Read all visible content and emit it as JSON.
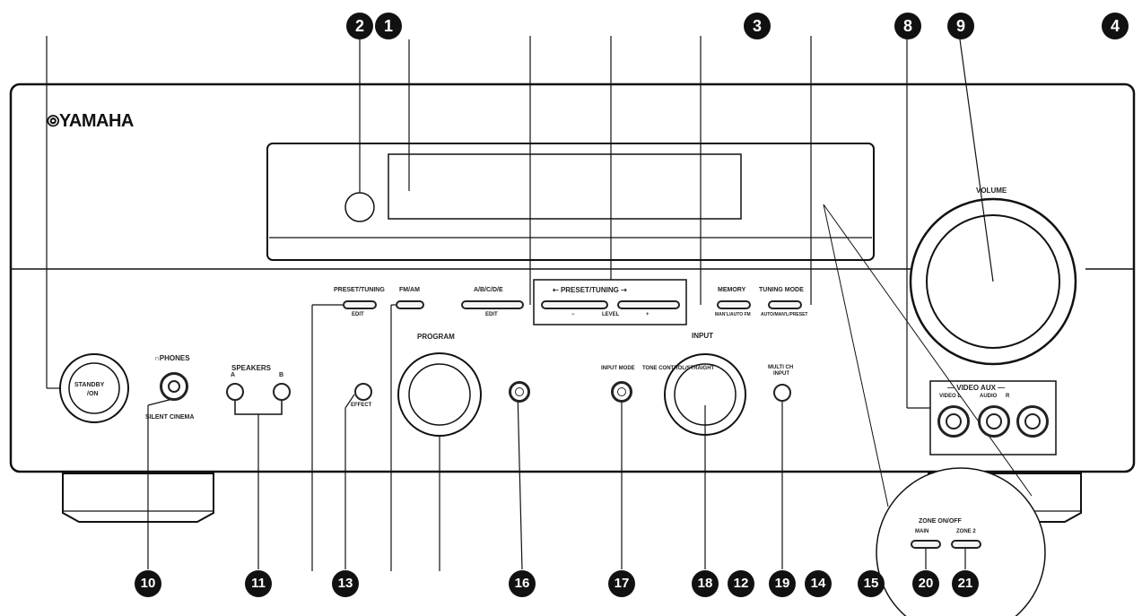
{
  "brand": "YAMAHA",
  "labels": {
    "volume": "VOLUME",
    "standby": "STANDBY",
    "standby_on": "/ON",
    "phones": "PHONES",
    "silent_cinema": "SILENT CINEMA",
    "speakers": "SPEAKERS",
    "speaker_a": "A",
    "speaker_b": "B",
    "preset_tuning_btn": "PRESET/TUNING",
    "edit": "EDIT",
    "fm_am": "FM/AM",
    "abcde": "A/B/C/D/E",
    "edit_small": "EDIT",
    "preset_tuning_group": "PRESET/TUNING",
    "level": "LEVEL",
    "memory": "MEMORY",
    "memory_sub": "MAN'L/AUTO FM",
    "tuning_mode": "TUNING MODE",
    "tuning_mode_sub": "AUTO/MAN'L/PRESET",
    "program": "PROGRAM",
    "effect": "EFFECT",
    "input": "INPUT",
    "input_mode": "INPUT MODE",
    "tone_control": "TONE CONTROL/STRAIGHT",
    "multi_ch_1": "MULTI CH",
    "multi_ch_2": "INPUT",
    "video_aux": "VIDEO AUX",
    "video_l": "VIDEO L",
    "audio": "AUDIO",
    "audio_r": "R",
    "zone_on_off": "ZONE ON/OFF",
    "main": "MAIN",
    "zone2": "ZONE 2"
  },
  "callouts": {
    "c1": "1",
    "c2": "2",
    "c3": "3",
    "c4": "4",
    "c8": "8",
    "c9": "9",
    "c10": "10",
    "c11": "11",
    "c12": "12",
    "c13": "13",
    "c14": "14",
    "c15": "15",
    "c16": "16",
    "c17": "17",
    "c18": "18",
    "c19": "19",
    "c20": "20",
    "c21": "21"
  }
}
